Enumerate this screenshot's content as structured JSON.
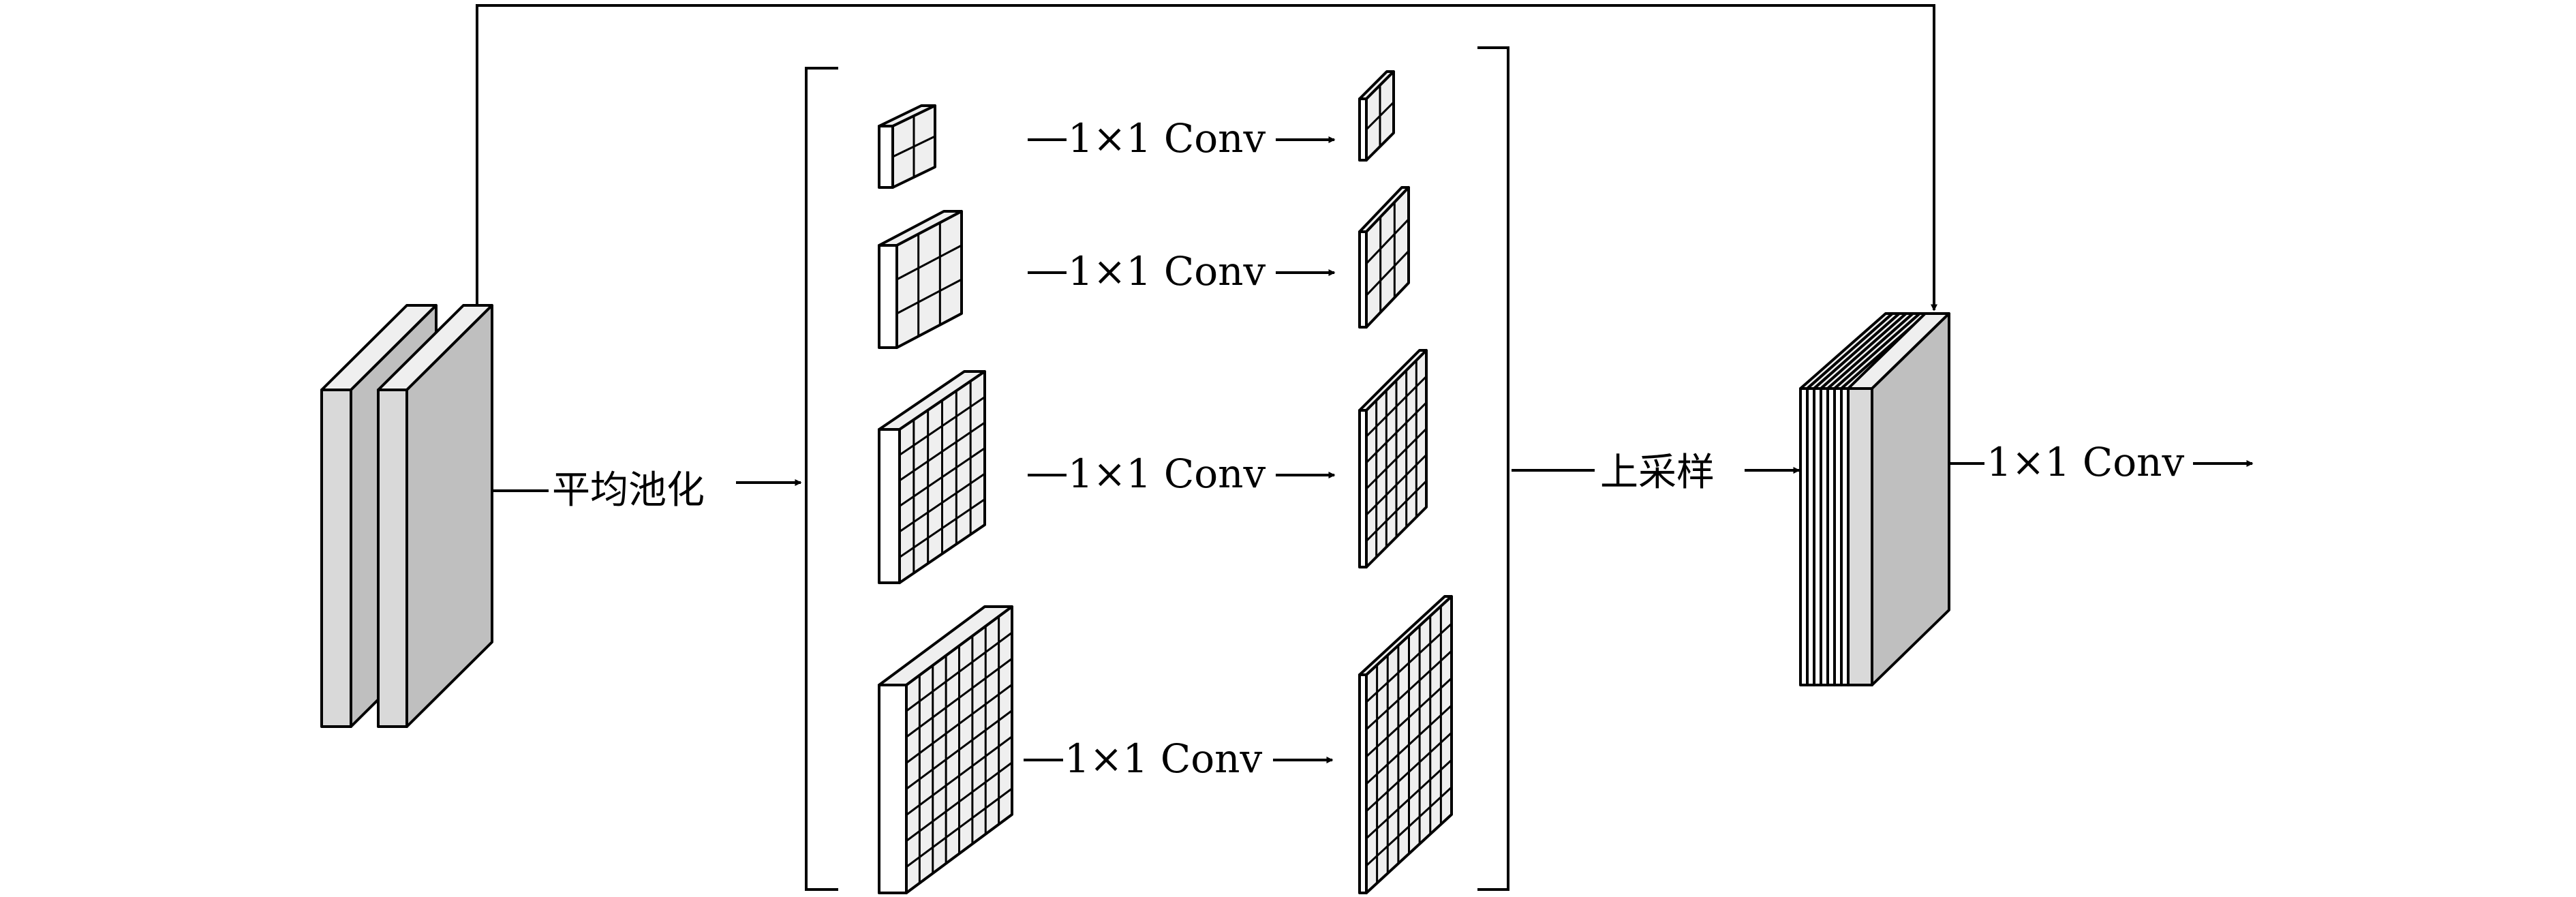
{
  "labels": {
    "pooling": "平均池化",
    "upsample": "上采样",
    "conv": "1×1 Conv"
  },
  "branches": [
    {
      "grid": 2,
      "conv_label": "1×1 Conv"
    },
    {
      "grid": 3,
      "conv_label": "1×1 Conv"
    },
    {
      "grid": 6,
      "conv_label": "1×1 Conv"
    },
    {
      "grid": 8,
      "conv_label": "1×1 Conv"
    }
  ],
  "colors": {
    "front": "#ffffff",
    "side": "#bfbfbf",
    "top": "#efefef",
    "thin_front": "#d9d9d9",
    "stroke": "#000000"
  }
}
